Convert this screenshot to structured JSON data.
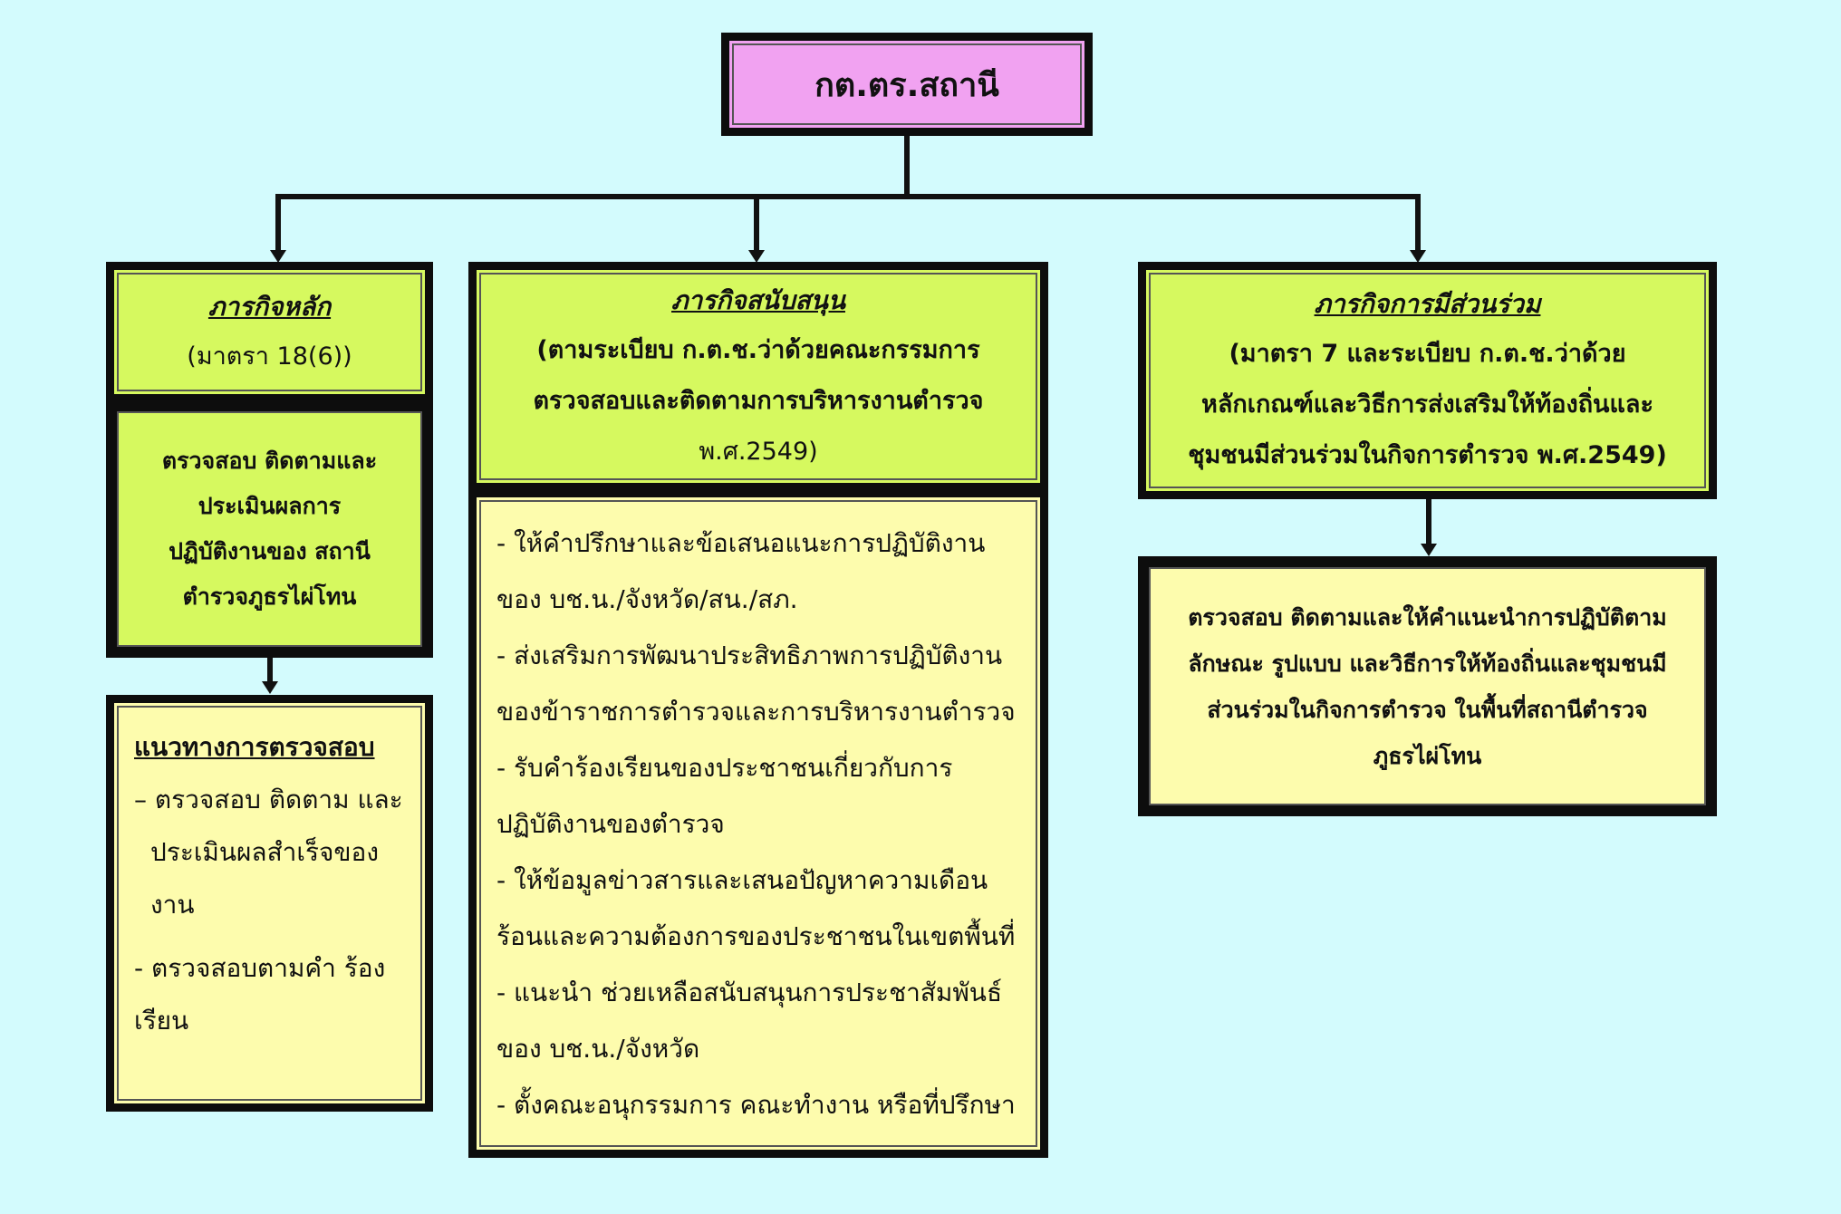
{
  "root": {
    "title": "กต.ตร.สถานี"
  },
  "main_mission": {
    "heading": "ภารกิจหลัก",
    "subtitle": "(มาตรา 18(6))",
    "detail_lines": [
      "ตรวจสอบ ติดตามและ",
      "ประเมินผลการ",
      "ปฏิบัติงานของ สถานี",
      "ตำรวจภูธรไผ่โทน"
    ],
    "guideline": {
      "heading": "แนวทางการตรวจสอบ",
      "lines": [
        "– ตรวจสอบ ติดตาม และ",
        "ประเมินผลสำเร็จของ",
        "งาน",
        "- ตรวจสอบตามคำ ร้อง",
        "เรียน"
      ]
    }
  },
  "support_mission": {
    "heading": "ภารกิจสนับสนุน",
    "subtitle_lines": [
      "(ตามระเบียบ ก.ต.ช.ว่าด้วยคณะกรรมการ",
      "ตรวจสอบและติดตามการบริหารงานตำรวจ",
      "พ.ศ.2549)"
    ],
    "items": [
      "- ให้คำปรึกษาและข้อเสนอแนะการปฏิบัติงาน",
      "ของ บช.น./จังหวัด/สน./สภ.",
      "- ส่งเสริมการพัฒนาประสิทธิภาพการปฏิบัติงาน",
      "ของข้าราชการตำรวจและการบริหารงานตำรวจ",
      "- รับคำร้องเรียนของประชาชนเกี่ยวกับการ",
      "ปฏิบัติงานของตำรวจ",
      "- ให้ข้อมูลข่าวสารและเสนอปัญหาความเดือน",
      "ร้อนและความต้องการของประชาชนในเขตพื้นที่",
      "- แนะนำ ช่วยเหลือสนับสนุนการประชาสัมพันธ์",
      "ของ บช.น./จังหวัด",
      "- ตั้งคณะอนุกรรมการ คณะทำงาน หรือที่ปรึกษา"
    ]
  },
  "participation_mission": {
    "heading": "ภารกิจการมีส่วนร่วม",
    "subtitle_lines": [
      "(มาตรา 7 และระเบียบ ก.ต.ช.ว่าด้วย",
      "หลักเกณฑ์และวิธีการส่งเสริมให้ท้องถิ่นและ",
      "ชุมชนมีส่วนร่วมในกิจการตำรวจ พ.ศ.2549)"
    ],
    "detail_lines": [
      "ตรวจสอบ ติดตามและให้คำแนะนำการปฏิบัติตาม",
      "ลักษณะ รูปแบบ และวิธีการให้ท้องถิ่นและชุมชนมี",
      "ส่วนร่วมในกิจการตำรวจ ในพื้นที่สถานีตำรวจ",
      "ภูธรไผ่โทน"
    ]
  }
}
